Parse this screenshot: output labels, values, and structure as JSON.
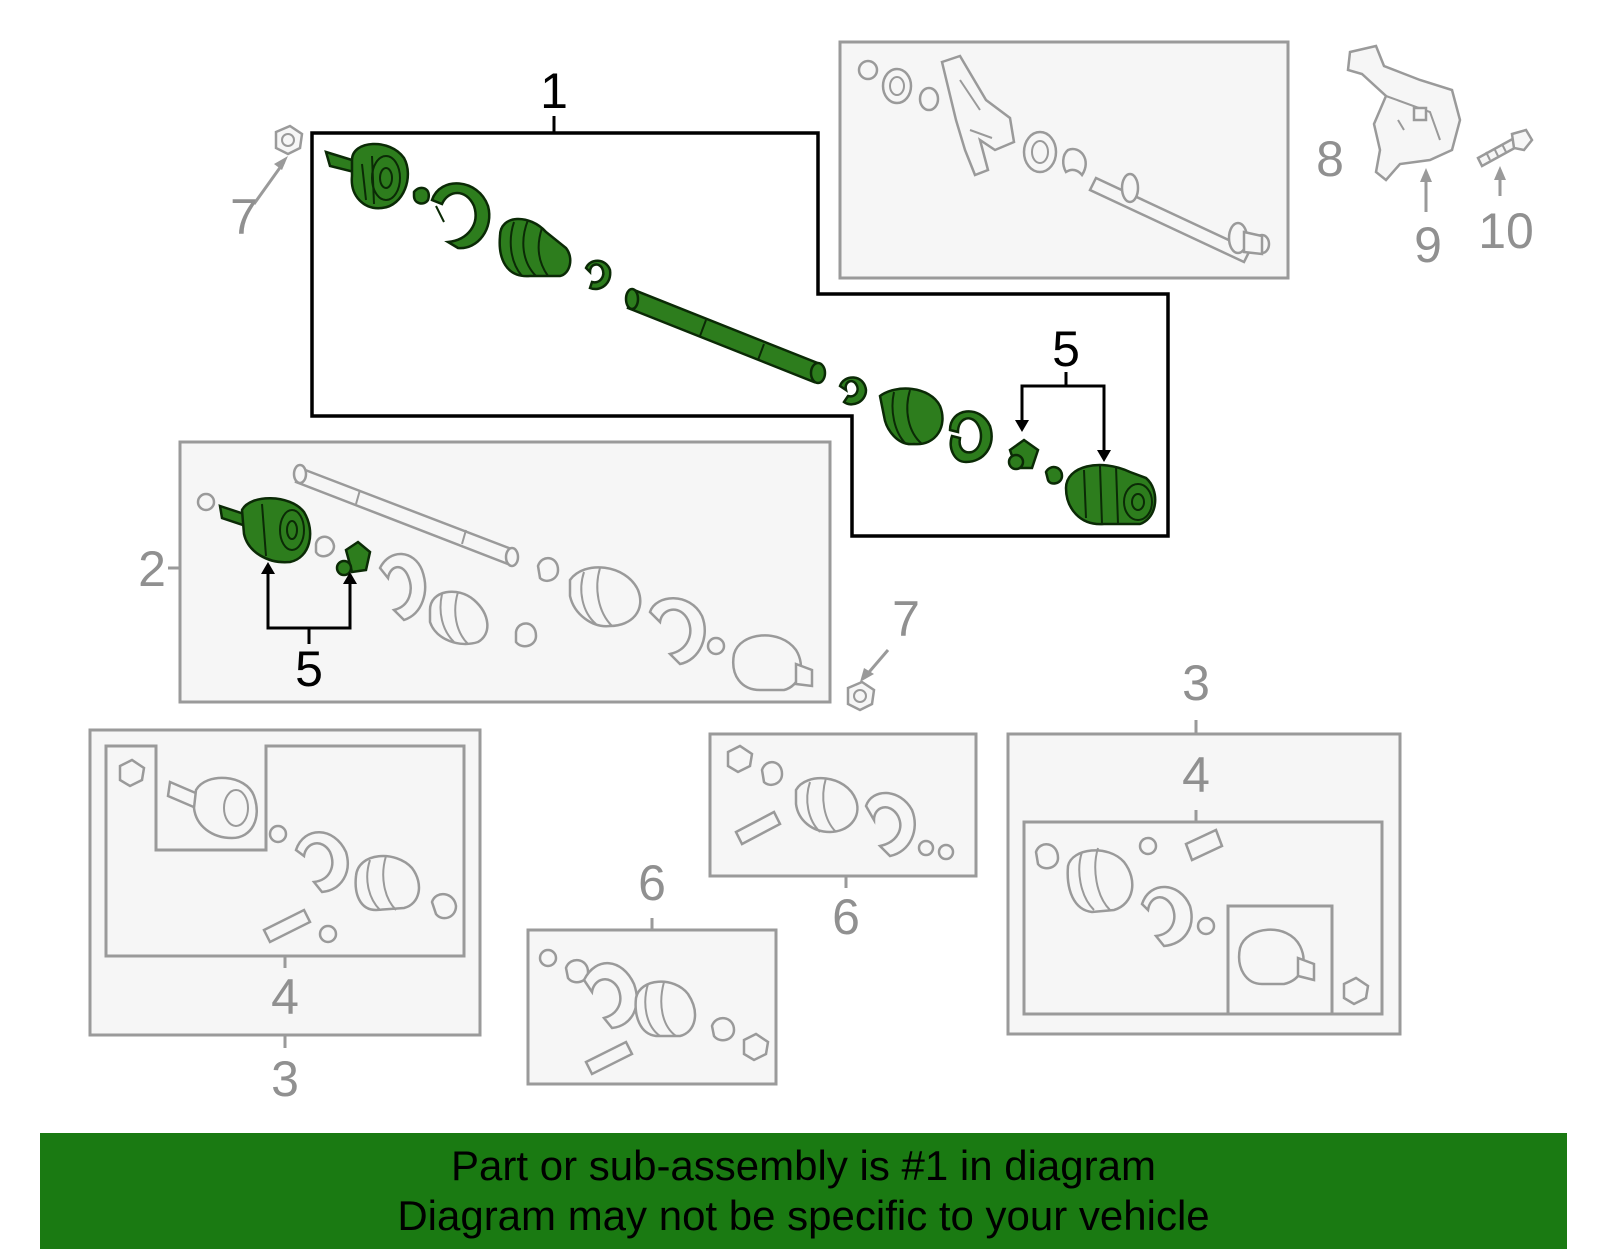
{
  "callouts": {
    "c1": "1",
    "c2": "2",
    "c3a": "3",
    "c3b": "3",
    "c4a": "4",
    "c4b": "4",
    "c5a": "5",
    "c5b": "5",
    "c6a": "6",
    "c6b": "6",
    "c7a": "7",
    "c7b": "7",
    "c8": "8",
    "c9": "9",
    "c10": "10"
  },
  "banner": {
    "line1": "Part or sub-assembly is #1 in diagram",
    "line2": "Diagram may not be specific to your vehicle"
  },
  "colors": {
    "highlight_part": "#2d7d1d",
    "banner_background": "#1a7a12",
    "muted_outline": "#9a9a9a"
  }
}
